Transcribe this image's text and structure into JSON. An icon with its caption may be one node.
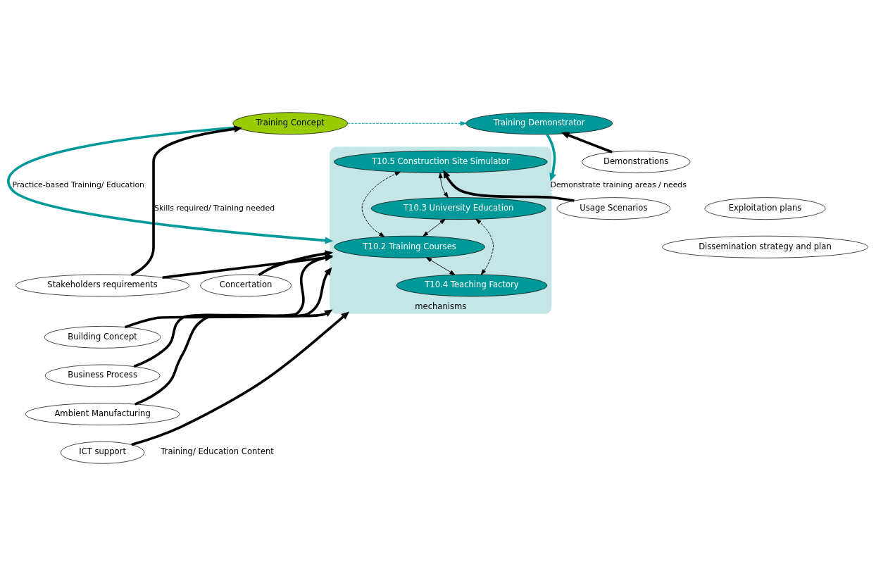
{
  "diagram": {
    "nodes": [
      {
        "text": [
          "Training Concept"
        ]
      },
      {
        "text": [
          "Training Demonstrator"
        ]
      },
      {
        "text": [
          "mechanisms"
        ]
      },
      {
        "text": [
          "T10.3 University Education"
        ],
        "in": 2
      },
      {
        "text": [
          "T10.4 Teaching Factory"
        ],
        "in": 2
      },
      {
        "text": [
          "T10.2 Training Courses"
        ],
        "in": 2
      },
      {
        "text": [
          "T10.5 Construction Site Simulator"
        ],
        "in": 2
      },
      {
        "text": [
          "Demonstrations"
        ]
      },
      {
        "text": [
          "Exploitation plans"
        ]
      },
      {
        "text": [
          "Dissemination strategy and plan"
        ]
      },
      {
        "text": [
          "Stakeholders requirements"
        ]
      },
      {
        "text": [
          "Building Concept"
        ]
      },
      {
        "text": [
          "Business Process"
        ]
      },
      {
        "text": [
          "Ambient Manufacturing"
        ]
      },
      {
        "text": [
          "ICT support"
        ]
      },
      {
        "text": [
          "Concertation"
        ]
      },
      {
        "text": [
          "Usage Scenarios"
        ]
      }
    ],
    "edges": [
      {
        "from": 0,
        "to": 1,
        "arrow": "to",
        "style": "dashed",
        "color": "#009999"
      },
      {
        "from": 0,
        "to": 2,
        "arrow": "to",
        "label": "Practice-based Training/ Education",
        "color": "#009999"
      },
      {
        "from": 1,
        "to": 2,
        "arrow": "to",
        "label": "Demonstrate training areas / needs",
        "color": "#009999"
      },
      {
        "from": 10,
        "to": 0,
        "arrow": "to",
        "label": "Skills required/ Training needed"
      },
      {
        "from": 7,
        "to": 1,
        "arrow": "to"
      },
      {
        "from": 4,
        "to": 3,
        "arrow": "both",
        "style": "dashed"
      },
      {
        "from": 4,
        "to": 5,
        "arrow": "both"
      },
      {
        "from": 5,
        "to": 3,
        "arrow": "both"
      },
      {
        "from": 3,
        "to": 6,
        "arrow": "both"
      },
      {
        "from": 5,
        "to": 6,
        "arrow": "both",
        "style": "dashed"
      },
      {
        "from": 10,
        "to": 2,
        "arrow": "to"
      },
      {
        "from": 11,
        "to": 2,
        "arrow": "to"
      },
      {
        "from": 12,
        "to": 2,
        "arrow": "to"
      },
      {
        "from": 13,
        "to": 2,
        "arrow": "to"
      },
      {
        "from": 14,
        "to": 2,
        "arrow": "to"
      },
      {
        "from": 15,
        "to": 2,
        "arrow": "to"
      },
      {
        "from": 16,
        "to": 6,
        "arrow": "to"
      }
    ],
    "labels": [
      "Training/ Education Content"
    ]
  }
}
